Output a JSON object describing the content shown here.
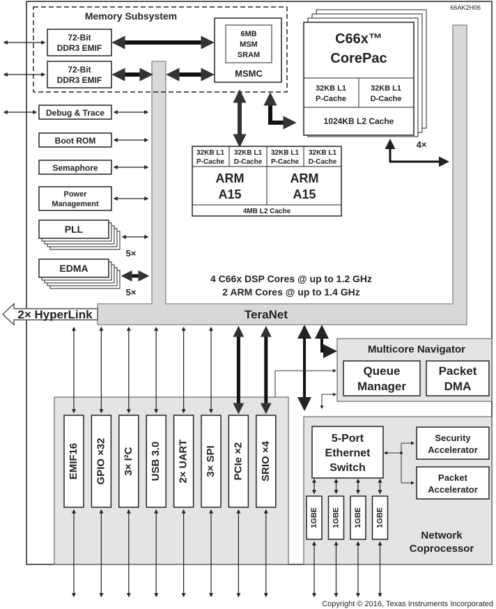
{
  "doc_id": "66AK2H06",
  "copyright": "Copyright © 2016, Texas Instruments Incorporated",
  "memory_subsystem": {
    "title": "Memory Subsystem",
    "emif1": [
      "72-Bit",
      "DDR3 EMIF"
    ],
    "emif2": [
      "72-Bit",
      "DDR3 EMIF"
    ],
    "msm": [
      "6MB",
      "MSM",
      "SRAM"
    ],
    "msmc": "MSMC"
  },
  "corepac": {
    "title": [
      "C66x™",
      "CorePac"
    ],
    "l1p": [
      "32KB L1",
      "P-Cache"
    ],
    "l1d": [
      "32KB L1",
      "D-Cache"
    ],
    "l2": "1024KB L2 Cache",
    "count": "4×"
  },
  "arm": {
    "caches": [
      [
        "32KB L1",
        "P-Cache"
      ],
      [
        "32KB L1",
        "D-Cache"
      ],
      [
        "32KB L1",
        "P-Cache"
      ],
      [
        "32KB L1",
        "D-Cache"
      ]
    ],
    "cores": [
      [
        "ARM",
        "A15"
      ],
      [
        "ARM",
        "A15"
      ]
    ],
    "l2": "4MB L2 Cache"
  },
  "peripherals_left": {
    "debug": "Debug & Trace",
    "bootrom": "Boot ROM",
    "semaphore": "Semaphore",
    "power": [
      "Power",
      "Management"
    ],
    "pll": "PLL",
    "pll_count": "5×",
    "edma": "EDMA",
    "edma_count": "5×"
  },
  "cores_text": [
    "4 C66x DSP Cores @ up to 1.2 GHz",
    "2 ARM Cores @ up to 1.4 GHz"
  ],
  "hyperlink": "2× HyperLink",
  "teranet": "TeraNet",
  "navigator": {
    "title": "Multicore Navigator",
    "queue": [
      "Queue",
      "Manager"
    ],
    "pktdma": [
      "Packet",
      "DMA"
    ]
  },
  "io": [
    "EMIF16",
    "GPIO ×32",
    "3× I²C",
    "USB 3.0",
    "2× UART",
    "3× SPI",
    "PCIe ×2",
    "SRIO ×4"
  ],
  "network": {
    "switch": [
      "5-Port",
      "Ethernet",
      "Switch"
    ],
    "security": [
      "Security",
      "Accelerator"
    ],
    "packet": [
      "Packet",
      "Accelerator"
    ],
    "gbe": [
      "1GBE",
      "1GBE",
      "1GBE",
      "1GBE"
    ],
    "title": [
      "Network",
      "Coprocessor"
    ]
  }
}
